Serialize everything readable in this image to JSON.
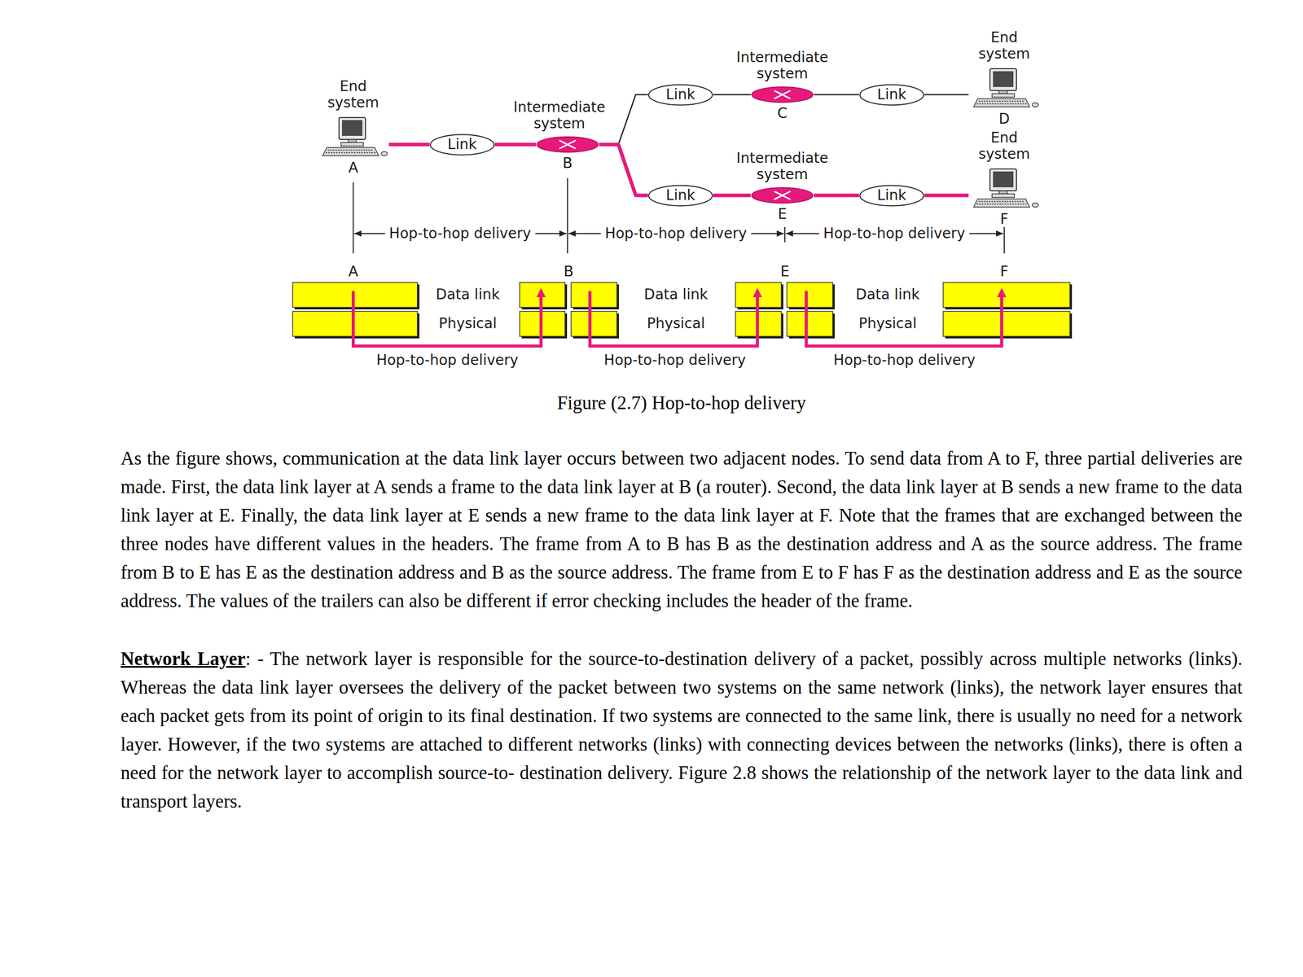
{
  "diagram": {
    "caption": "Figure (2.7) Hop-to-hop delivery",
    "nodes": [
      {
        "text": [
          "End system",
          "A"
        ]
      },
      {
        "text": [
          "Link"
        ]
      },
      {
        "text": [
          "Intermediate system",
          "B"
        ]
      },
      {
        "text": [
          "Link"
        ]
      },
      {
        "text": [
          "Intermediate system",
          "C"
        ]
      },
      {
        "text": [
          "Link"
        ]
      },
      {
        "text": [
          "End system",
          "D"
        ]
      },
      {
        "text": [
          "Link"
        ]
      },
      {
        "text": [
          "Intermediate system",
          "E"
        ]
      },
      {
        "text": [
          "Link"
        ]
      },
      {
        "text": [
          "End system",
          "F"
        ]
      }
    ],
    "edges": [
      {
        "from": 0,
        "to": 1,
        "arrow": "none"
      },
      {
        "from": 1,
        "to": 2,
        "arrow": "none"
      },
      {
        "from": 2,
        "to": 3,
        "arrow": "none"
      },
      {
        "from": 3,
        "to": 4,
        "arrow": "none"
      },
      {
        "from": 4,
        "to": 5,
        "arrow": "none"
      },
      {
        "from": 5,
        "to": 6,
        "arrow": "none"
      },
      {
        "from": 2,
        "to": 7,
        "arrow": "none"
      },
      {
        "from": 7,
        "to": 8,
        "arrow": "none"
      },
      {
        "from": 8,
        "to": 9,
        "arrow": "none"
      },
      {
        "from": 9,
        "to": 10,
        "arrow": "none"
      }
    ],
    "labels": [
      "Hop-to-hop delivery",
      "Hop-to-hop delivery",
      "Hop-to-hop delivery",
      "A",
      "B",
      "E",
      "F",
      "Data link",
      "Data link",
      "Data link",
      "Physical",
      "Physical",
      "Physical",
      "Hop-to-hop delivery",
      "Hop-to-hop delivery",
      "Hop-to-hop delivery",
      "As the figure shows, communication at the data link layer occurs between two adjacent nodes. To send data from A to F, three partial deliveries are made. First, the data link layer at A sends a frame to the data link layer at B (a router). Second, the data link layer at B sends a new frame to the data link layer at E. Finally, the data link layer at E sends a new frame to the data link layer at F. Note that the frames that are exchanged between the three nodes have different values in the headers. The frame from A to B has B as the destination address and A as the source address. The frame from B to E has E as the destination address and B as the source address. The frame from E to F has F as the destination address and E as the source address. The values of the trailers can also be different if error checking includes the header of the frame.",
      "Network Layer",
      ": - The network layer is responsible for the source-to-destination delivery of a packet, possibly across multiple networks (links). Whereas the data link layer oversees the delivery of the packet between two systems on the same network (links), the network layer ensures that each packet gets from its point of origin to its final destination. If two systems are connected to the same link, there is usually no need for a network layer. However, if the two systems are attached to different networks (links) with connecting devices between the networks (links), there is often a need for the network layer to accomplish source-to- destination delivery. Figure 2.8 shows the relationship of the network layer to the data link and transport layers."
    ]
  }
}
